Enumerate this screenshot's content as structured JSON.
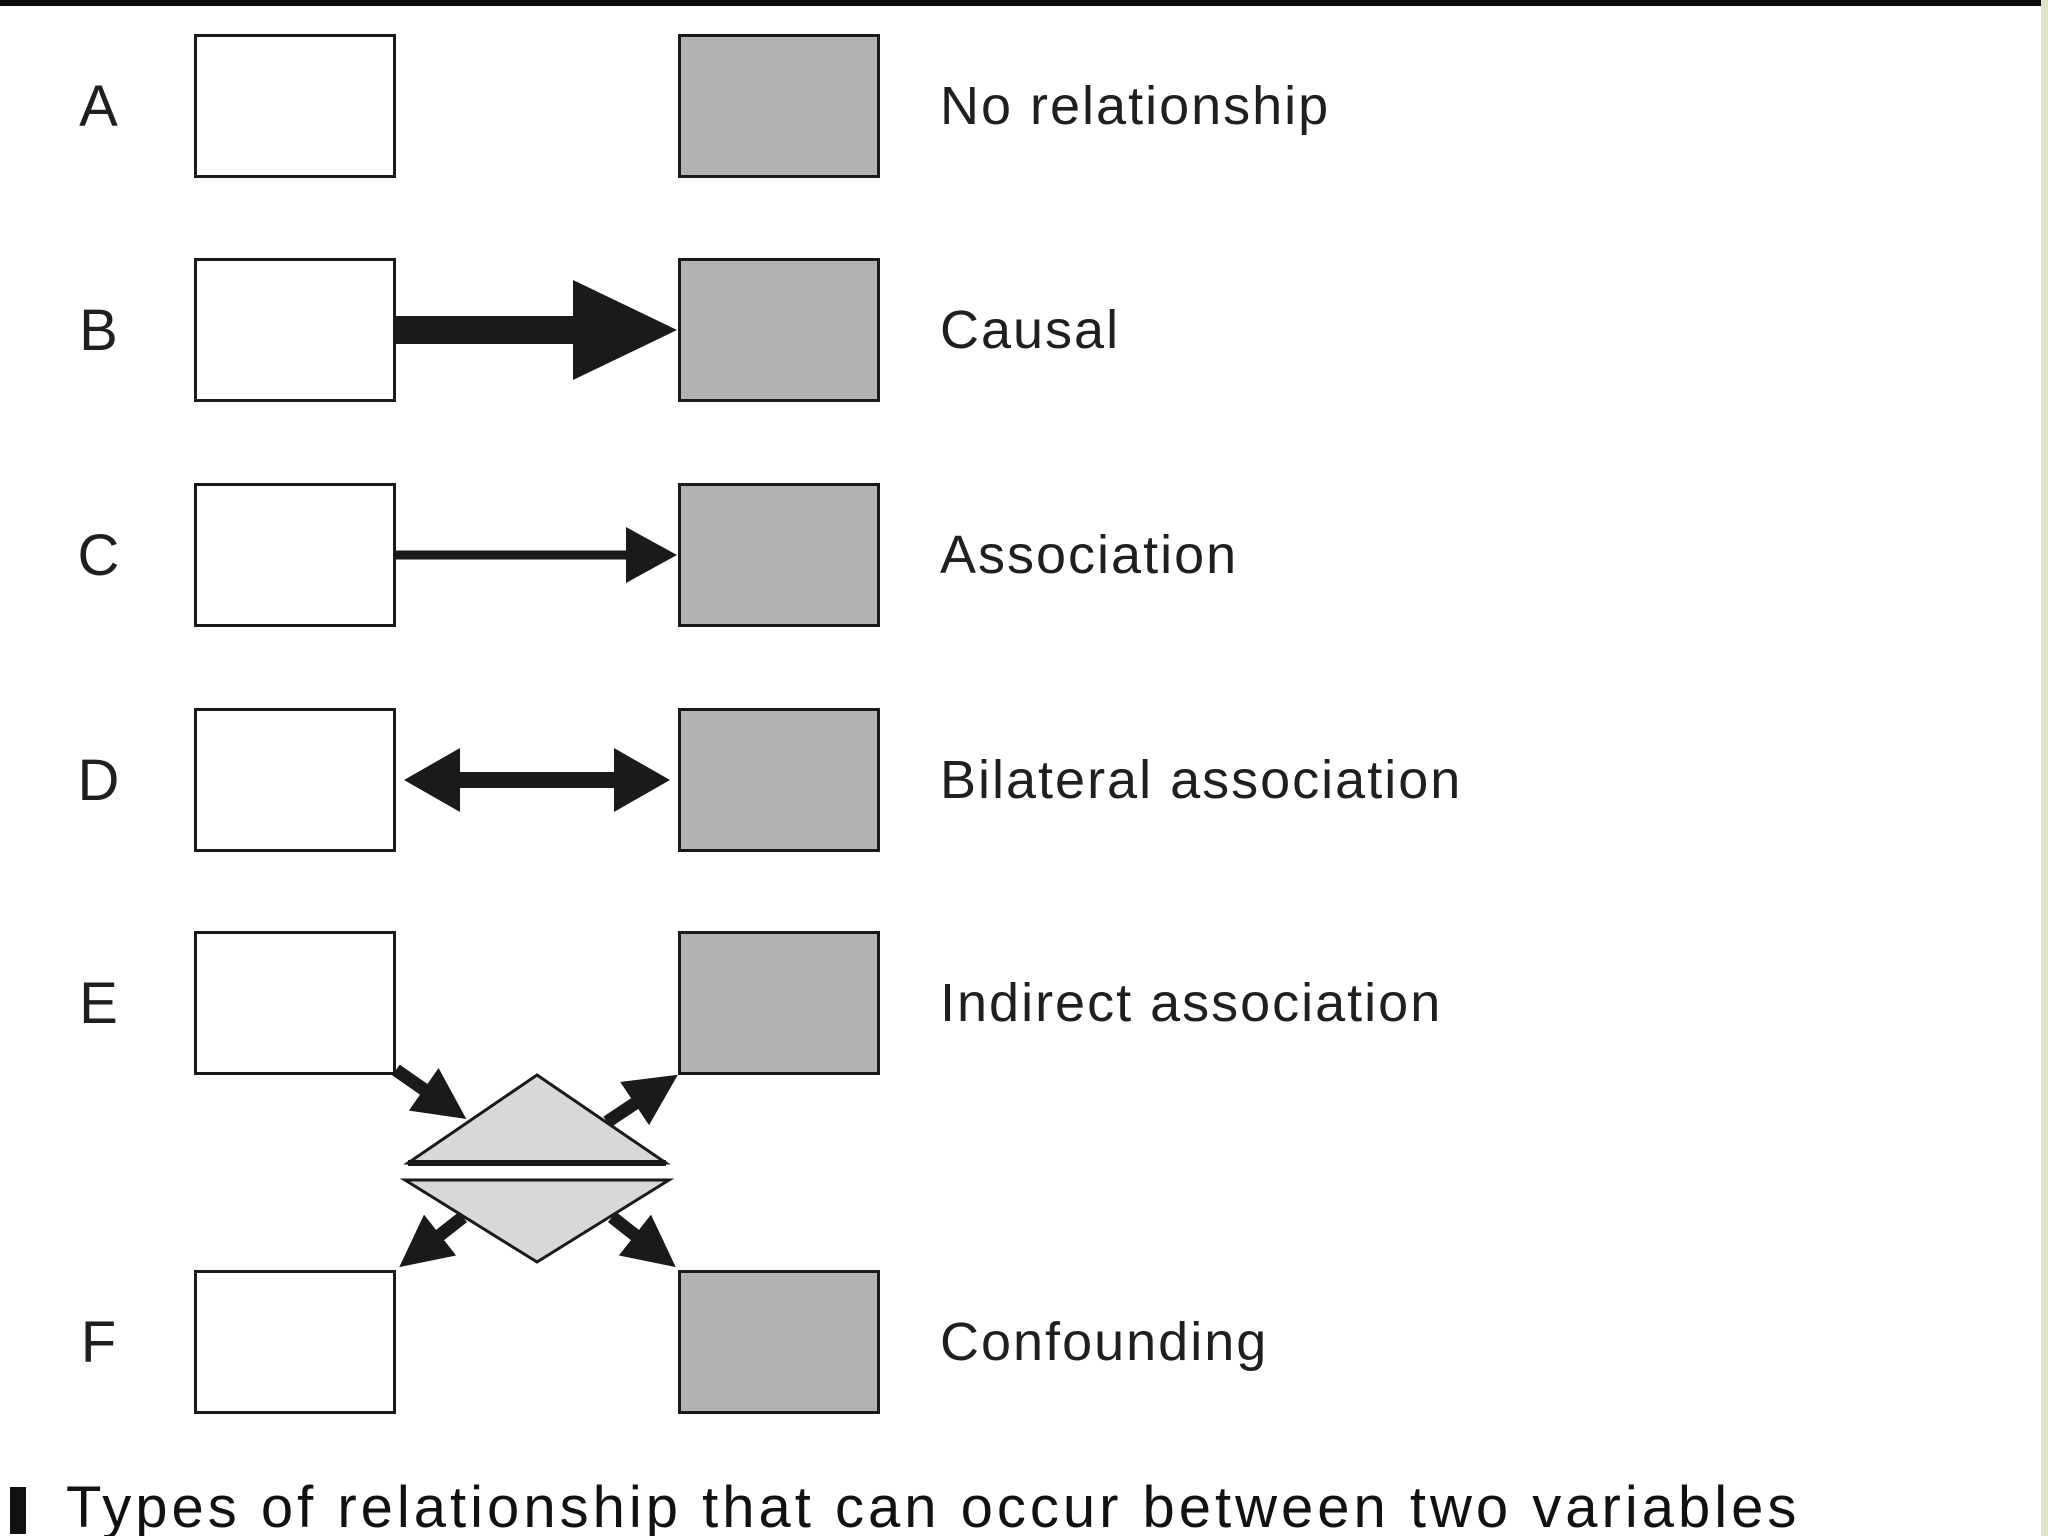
{
  "figure": {
    "caption_marker": "I",
    "caption": "Types of relationship that can occur between two variables"
  },
  "colors": {
    "box_gray": "#b2b2b2",
    "diamond_gray": "#d8d8d8",
    "line": "#1a1a1a",
    "right_edge_strip": "#dde3c8"
  },
  "rows": [
    {
      "letter": "A",
      "label": "No relationship",
      "arrow": "none"
    },
    {
      "letter": "B",
      "label": "Causal",
      "arrow": "thick-right-arrow"
    },
    {
      "letter": "C",
      "label": "Association",
      "arrow": "thin-right-arrow"
    },
    {
      "letter": "D",
      "label": "Bilateral association",
      "arrow": "double-headed-arrow"
    },
    {
      "letter": "E",
      "label": "Indirect association",
      "arrow": "white-to-diamond-to-gray"
    },
    {
      "letter": "F",
      "label": "Confounding",
      "arrow": "diamond-to-both-boxes"
    }
  ],
  "diamond": {
    "meaning": "intermediate-or-confounding-variable",
    "shape": "split-diamond"
  }
}
